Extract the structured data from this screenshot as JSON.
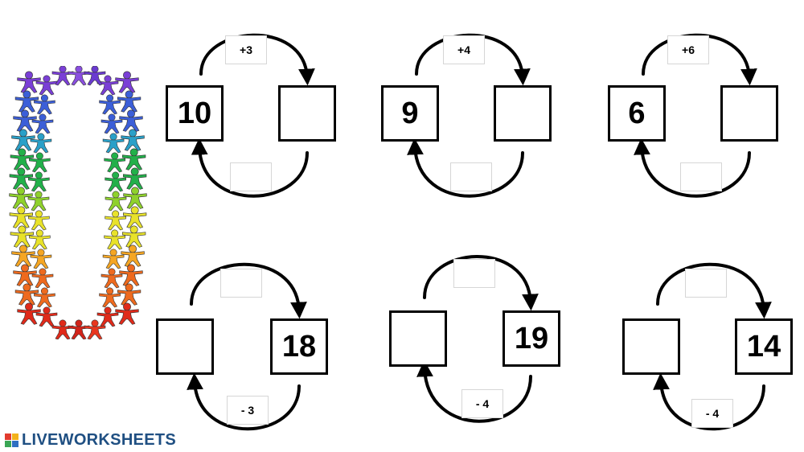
{
  "colors": {
    "ink": "#000000",
    "brand": "#1f4f82",
    "people_gradient": [
      "#7a3fd6",
      "#3c5fd8",
      "#2aa0c8",
      "#22b04a",
      "#8fd12c",
      "#e8e22a",
      "#f5a623",
      "#ee6a1e",
      "#e02a1a"
    ]
  },
  "illustration": {
    "name": "paper-chain-people-ring",
    "icon": "people-ring-icon"
  },
  "problems": [
    {
      "left": "10",
      "right": "",
      "top_op": "+3",
      "bottom_op": ""
    },
    {
      "left": "9",
      "right": "",
      "top_op": "+4",
      "bottom_op": ""
    },
    {
      "left": "6",
      "right": "",
      "top_op": "+6",
      "bottom_op": ""
    },
    {
      "left": "",
      "right": "18",
      "top_op": "",
      "bottom_op": "- 3"
    },
    {
      "left": "",
      "right": "19",
      "top_op": "",
      "bottom_op": "- 4"
    },
    {
      "left": "",
      "right": "14",
      "top_op": "",
      "bottom_op": "- 4"
    }
  ],
  "footer": {
    "brand_text": "LIVEWORKSHEETS"
  }
}
